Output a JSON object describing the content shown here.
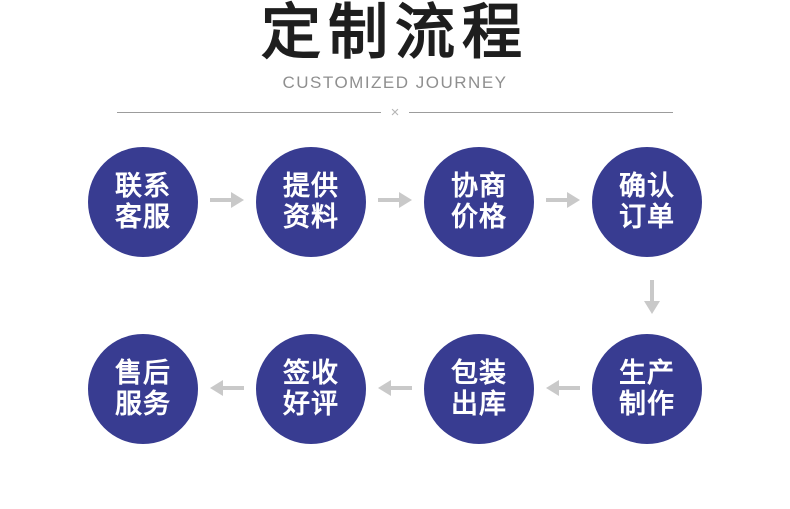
{
  "header": {
    "title": "定制流程",
    "subtitle": "CUSTOMIZED JOURNEY",
    "divider_symbol": "×"
  },
  "colors": {
    "circle_fill": "#383c91",
    "circle_text": "#ffffff",
    "arrow": "#c9c9c9",
    "title_text": "#1e1e1e",
    "subtitle_text": "#8f8f8f",
    "divider_line": "#9c9c9c"
  },
  "flow": {
    "rows": [
      {
        "direction": "right",
        "steps": [
          {
            "lines": [
              "联系",
              "客服"
            ]
          },
          {
            "lines": [
              "提供",
              "资料"
            ]
          },
          {
            "lines": [
              "协商",
              "价格"
            ]
          },
          {
            "lines": [
              "确认",
              "订单"
            ]
          }
        ]
      },
      {
        "direction": "left",
        "steps": [
          {
            "lines": [
              "售后",
              "服务"
            ]
          },
          {
            "lines": [
              "签收",
              "好评"
            ]
          },
          {
            "lines": [
              "包装",
              "出库"
            ]
          },
          {
            "lines": [
              "生产",
              "制作"
            ]
          }
        ]
      }
    ]
  }
}
